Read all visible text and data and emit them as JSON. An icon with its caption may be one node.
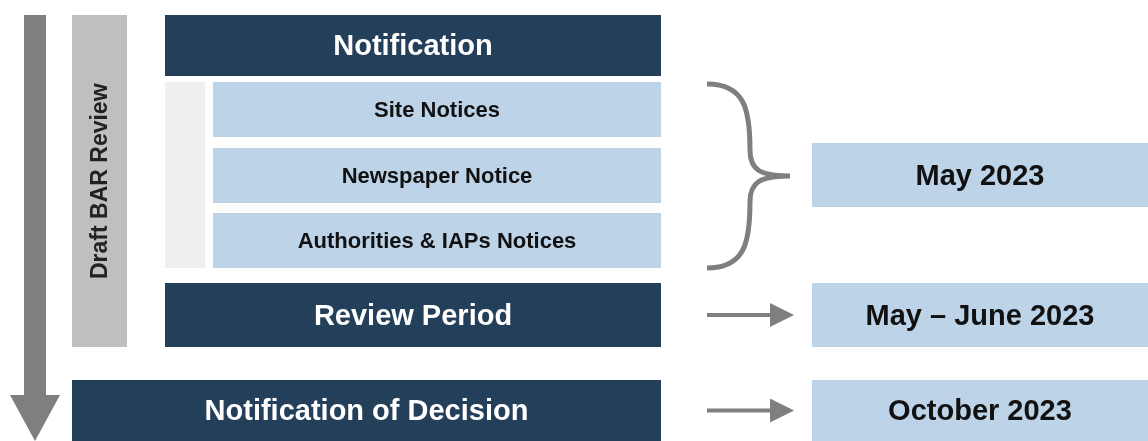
{
  "diagram": {
    "nodes": [
      {
        "text": [
          "Draft BAR Review"
        ]
      },
      {
        "text": [
          "Notification"
        ]
      },
      {
        "text": [],
        "shape": "bar"
      },
      {
        "text": [
          "Site Notices"
        ]
      },
      {
        "text": [
          "Newspaper Notice"
        ]
      },
      {
        "text": [
          "Authorities & IAPs Notices"
        ]
      },
      {
        "text": [
          "May 2023"
        ]
      },
      {
        "text": [
          "Review Period"
        ]
      },
      {
        "text": [
          "May – June 2023"
        ]
      },
      {
        "text": [
          "Notification of Decision"
        ]
      },
      {
        "text": [
          "October 2023"
        ]
      }
    ],
    "edges": [
      {
        "from": 7,
        "to": 8,
        "arrow": "to"
      },
      {
        "from": 9,
        "to": 10,
        "arrow": "to"
      }
    ]
  }
}
